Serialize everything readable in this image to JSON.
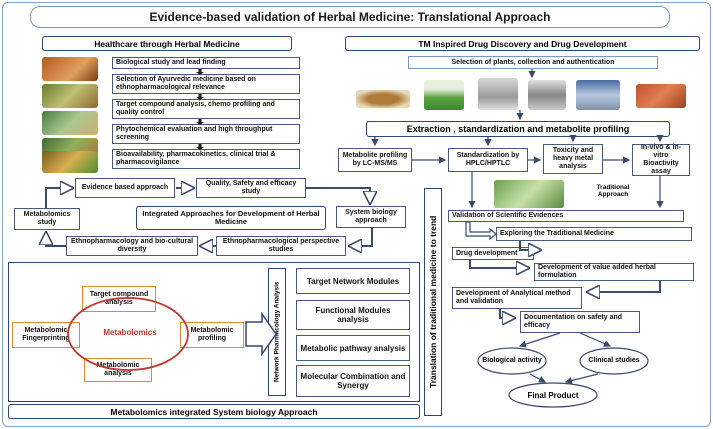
{
  "title": "Evidence-based validation of Herbal Medicine: Translational Approach",
  "left_header": "Healthcare through Herbal Medicine",
  "right_header": "TM Inspired Drug Discovery and Drug Development",
  "left_steps": [
    "Biological study and lead finding",
    "Selection of Ayurvedic medicine based on ethnopharmacological relevance",
    "Target compound analysis, chemo profiling and quality control",
    "Phytochemical evaluation and high throughput screening",
    "Bioavailability, pharmacokinetics, clinical trial & pharmacovigilance"
  ],
  "cycle": {
    "evidence": "Evidence based approach",
    "quality": "Quality, Safety and efficacy study",
    "system_biology": "System biology approach",
    "integrated": "Integrated Approaches for Development of Herbal Medicine",
    "metabolomics_study": "Metabolomics study",
    "ethno_cultural": "Ethnopharmacology and bio-cultural diversity",
    "ethno_perspective": "Ethnopharmacological perspective studies"
  },
  "metabolomics": {
    "center": "Metabolomics",
    "target": "Target compound analysis",
    "fingerprinting": "Metabolomic Fingerprinting",
    "analysis": "Metabolomic analysis",
    "profiling": "Metabolomic profiling",
    "network_label": "Network Pharmacology Analysis",
    "modules": [
      "Target Network Modules",
      "Functional Modules analysis",
      "Metabolic pathway analysis",
      "Molecular Combination and Synergy"
    ],
    "footer": "Metabolomics integrated System biology Approach"
  },
  "translation_label": "Translation of traditional medicine to trend",
  "right": {
    "selection": "Selection of plants, collection and authentication",
    "extraction": "Extraction , standardization and metabolite profiling",
    "lcms": "Metabolite profiling by LC-MS/MS",
    "hplc": "Standardization by HPLC/HPTLC",
    "toxicity": "Toxicity and heavy metal analysis",
    "bioactivity": "In-vivo & in-vitro Bioactivity assay",
    "traditional": "Traditional Approach",
    "validation": "Validation of Scientific Evidences",
    "exploring": "Exploring the Traditional Medicine",
    "drug_dev": "Drug development",
    "value_added": "Development of value added herbal formulation",
    "analytical": "Development of Analytical method and validation",
    "documentation": "Documentation on safety and efficacy",
    "biological": "Biological activity",
    "clinical": "Clinical studies",
    "final": "Final Product"
  },
  "colors": {
    "border": "#2f4575",
    "circle": "#c0392b",
    "metabolomics_text": "#c0392b",
    "arrow": "#3a4a6a"
  }
}
